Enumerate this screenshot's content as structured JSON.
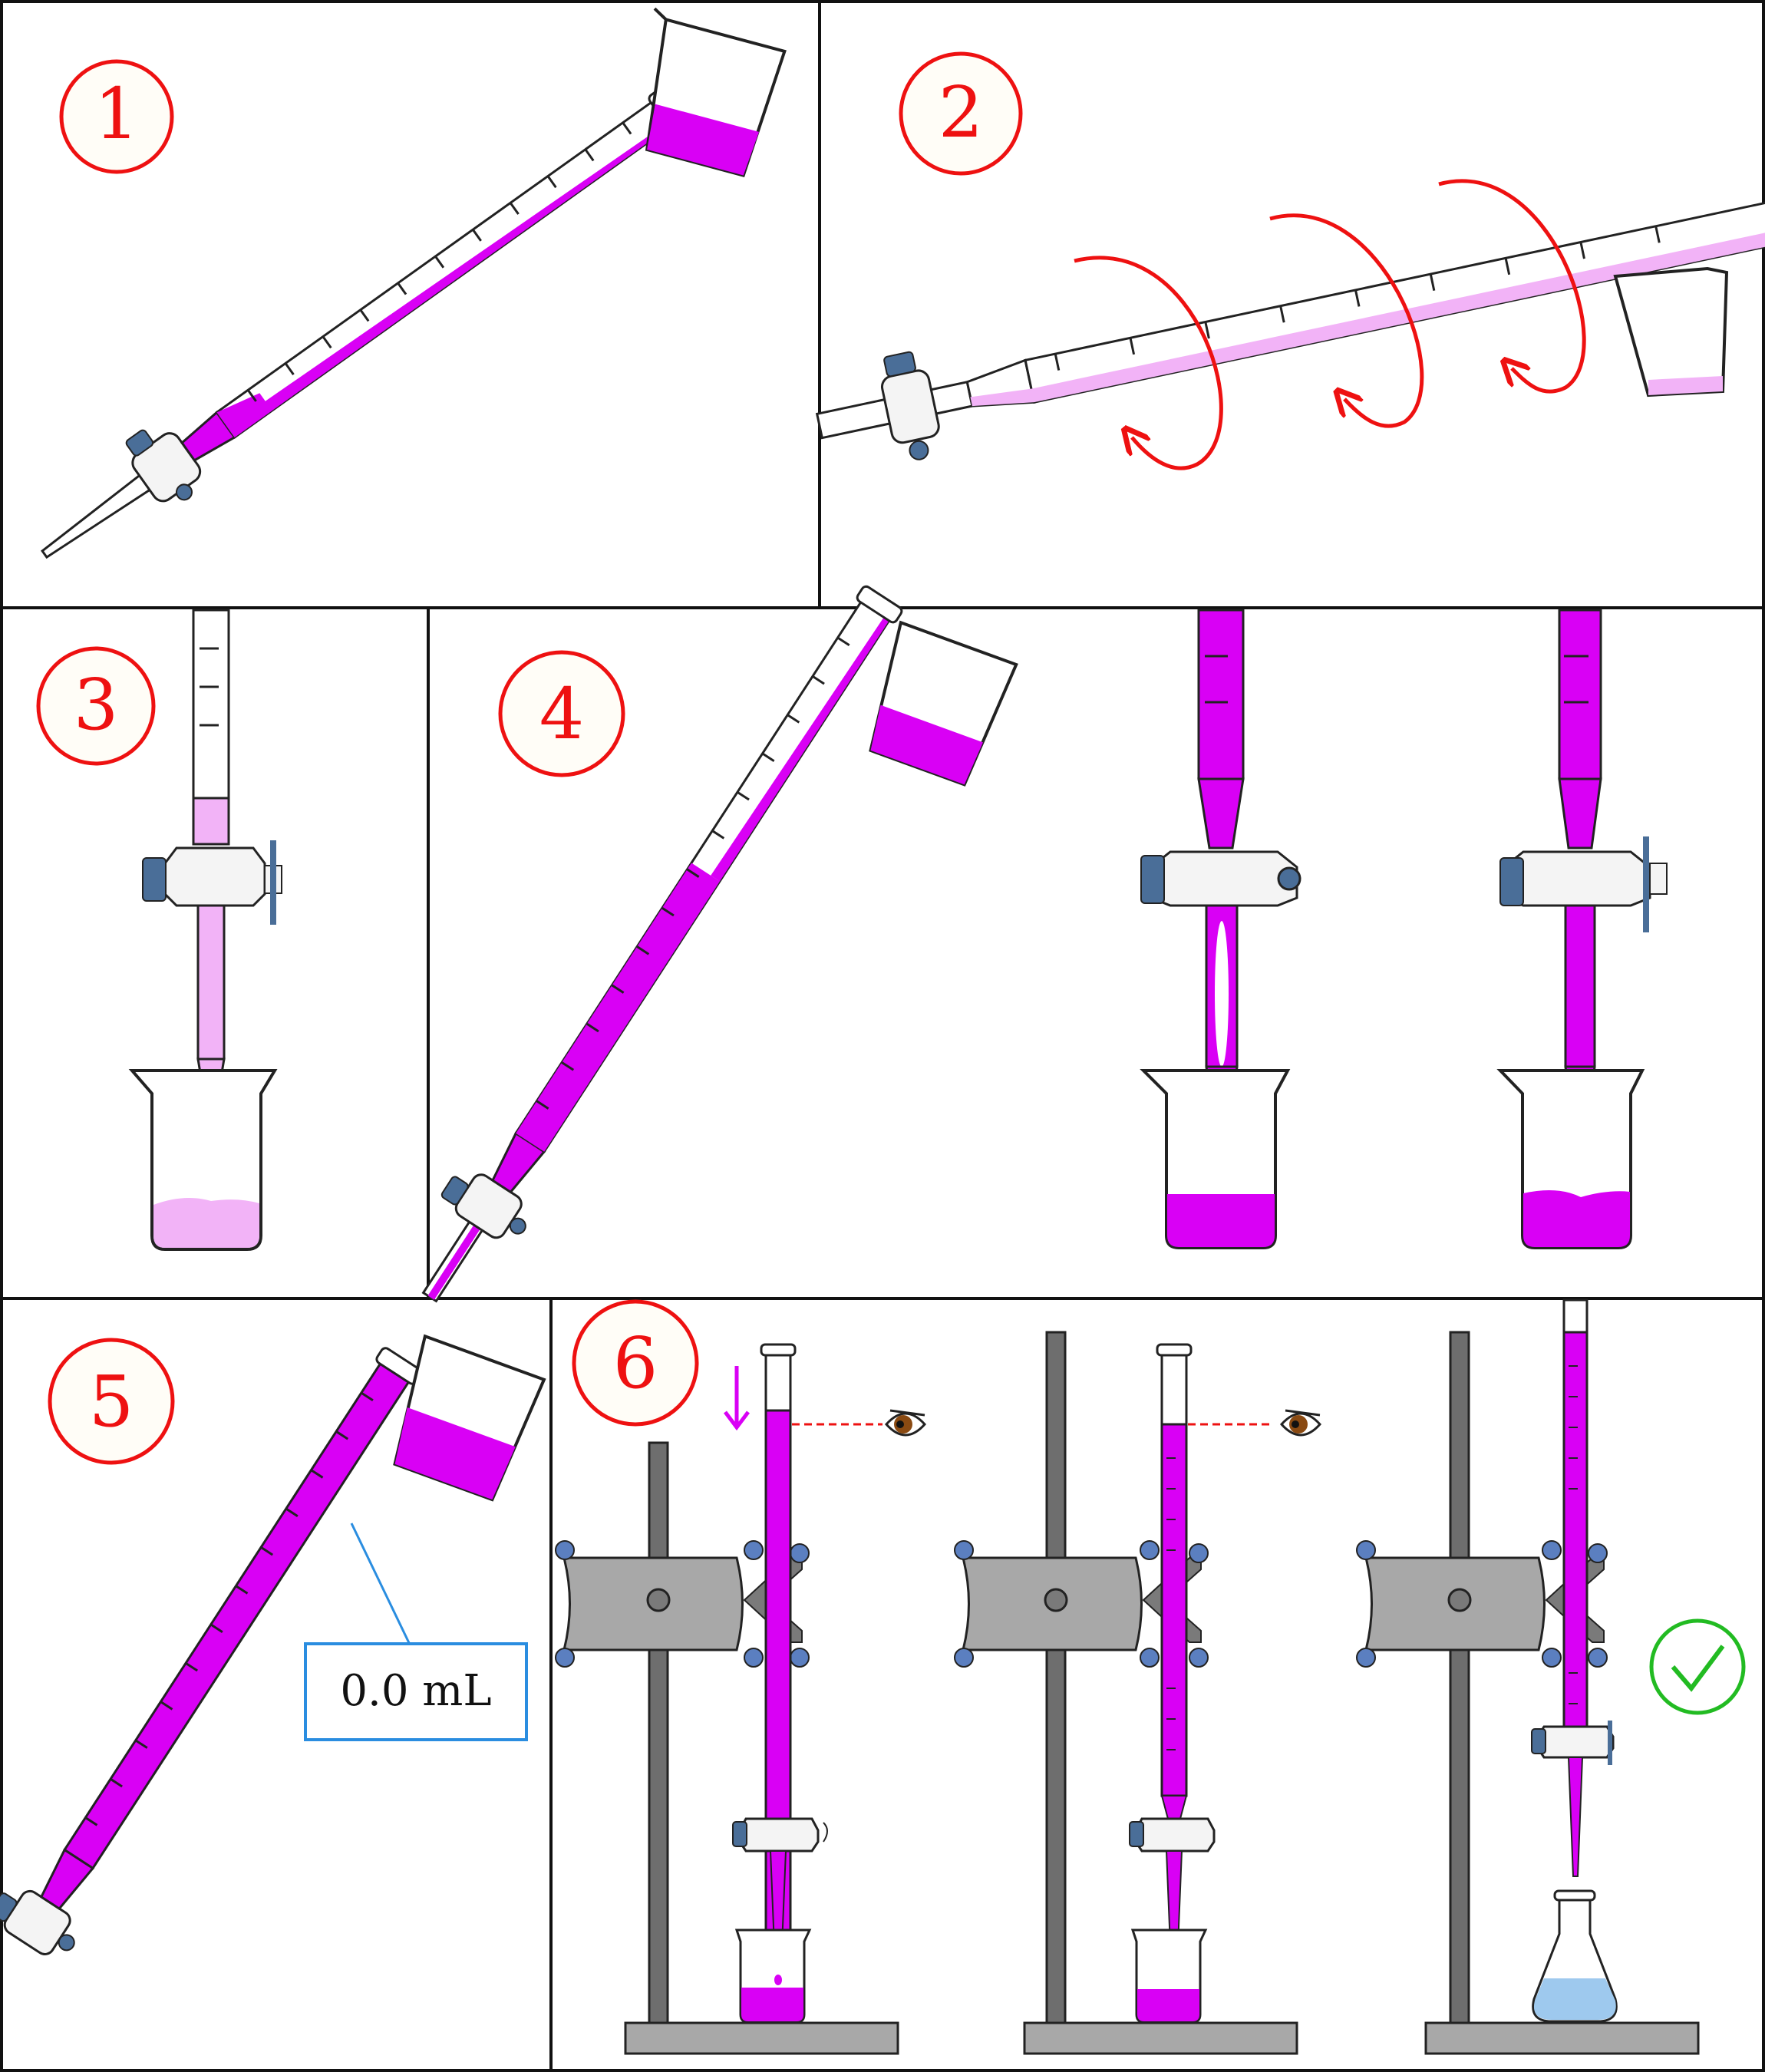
{
  "title": "Burette preparation procedure",
  "steps": [
    {
      "number": "1"
    },
    {
      "number": "2"
    },
    {
      "number": "3"
    },
    {
      "number": "4"
    },
    {
      "number": "5"
    },
    {
      "number": "6"
    }
  ],
  "reading_label": "0.0 mL",
  "colors": {
    "liquid": "#d900f5",
    "liquid_light": "#f2b3f7",
    "border": "#111111",
    "step_circle": "#ee1111",
    "rotation_arrow": "#ee1111",
    "stopcock_cap": "#4a6e98",
    "stand": "#6e6e6e",
    "clamp": "#a8a8a8",
    "checkmark": "#22bb22",
    "label_box": "#2a8de0",
    "flask_liquid": "#9ec9ee"
  },
  "icons": [
    "eye-icon",
    "checkmark-icon",
    "down-arrow-icon",
    "rotation-arrow-icon"
  ]
}
